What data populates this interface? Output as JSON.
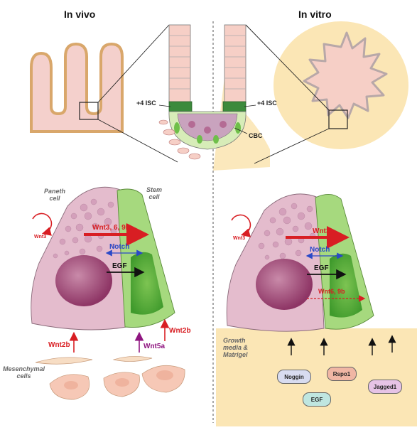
{
  "headings": {
    "in_vivo": "In vivo",
    "in_vitro": "In vitro"
  },
  "crypt": {
    "isc_left": "+4 ISC",
    "isc_right": "+4 ISC",
    "cbc": "CBC"
  },
  "left_cells": {
    "paneth": "Paneth\ncell",
    "stem": "Stem\ncell",
    "wnt3_loop": "Wnt3",
    "wnt_signal": "Wnt3, 6, 9b",
    "notch": "Notch",
    "egf": "EGF",
    "mesenchymal": "Mesenchymal\ncells",
    "wnt2b_left": "Wnt2b",
    "wnt5a": "Wnt5a",
    "wnt2b_right": "Wnt2b"
  },
  "right_cells": {
    "wnt3_loop": "Wnt3",
    "wnt3": "Wnt3",
    "notch": "Notch",
    "egf": "EGF",
    "wnt6_9b": "Wnt6, 9b",
    "growth_media": "Growth\nmedia &\nMatrigel",
    "factors": {
      "noggin": "Noggin",
      "rspo1": "Rspo1",
      "egf": "EGF",
      "jagged1": "Jagged1"
    }
  },
  "colors": {
    "paneth_fill": "#e4bccd",
    "stem_fill": "#a6d97e",
    "crypt_pink": "#f6cfc6",
    "villus_edge": "#d9a76b",
    "matrigel": "#fbe6b5",
    "wnt_red": "#d81e23",
    "notch_blue": "#2a49c8",
    "wnt5a_magenta": "#8f1580"
  }
}
